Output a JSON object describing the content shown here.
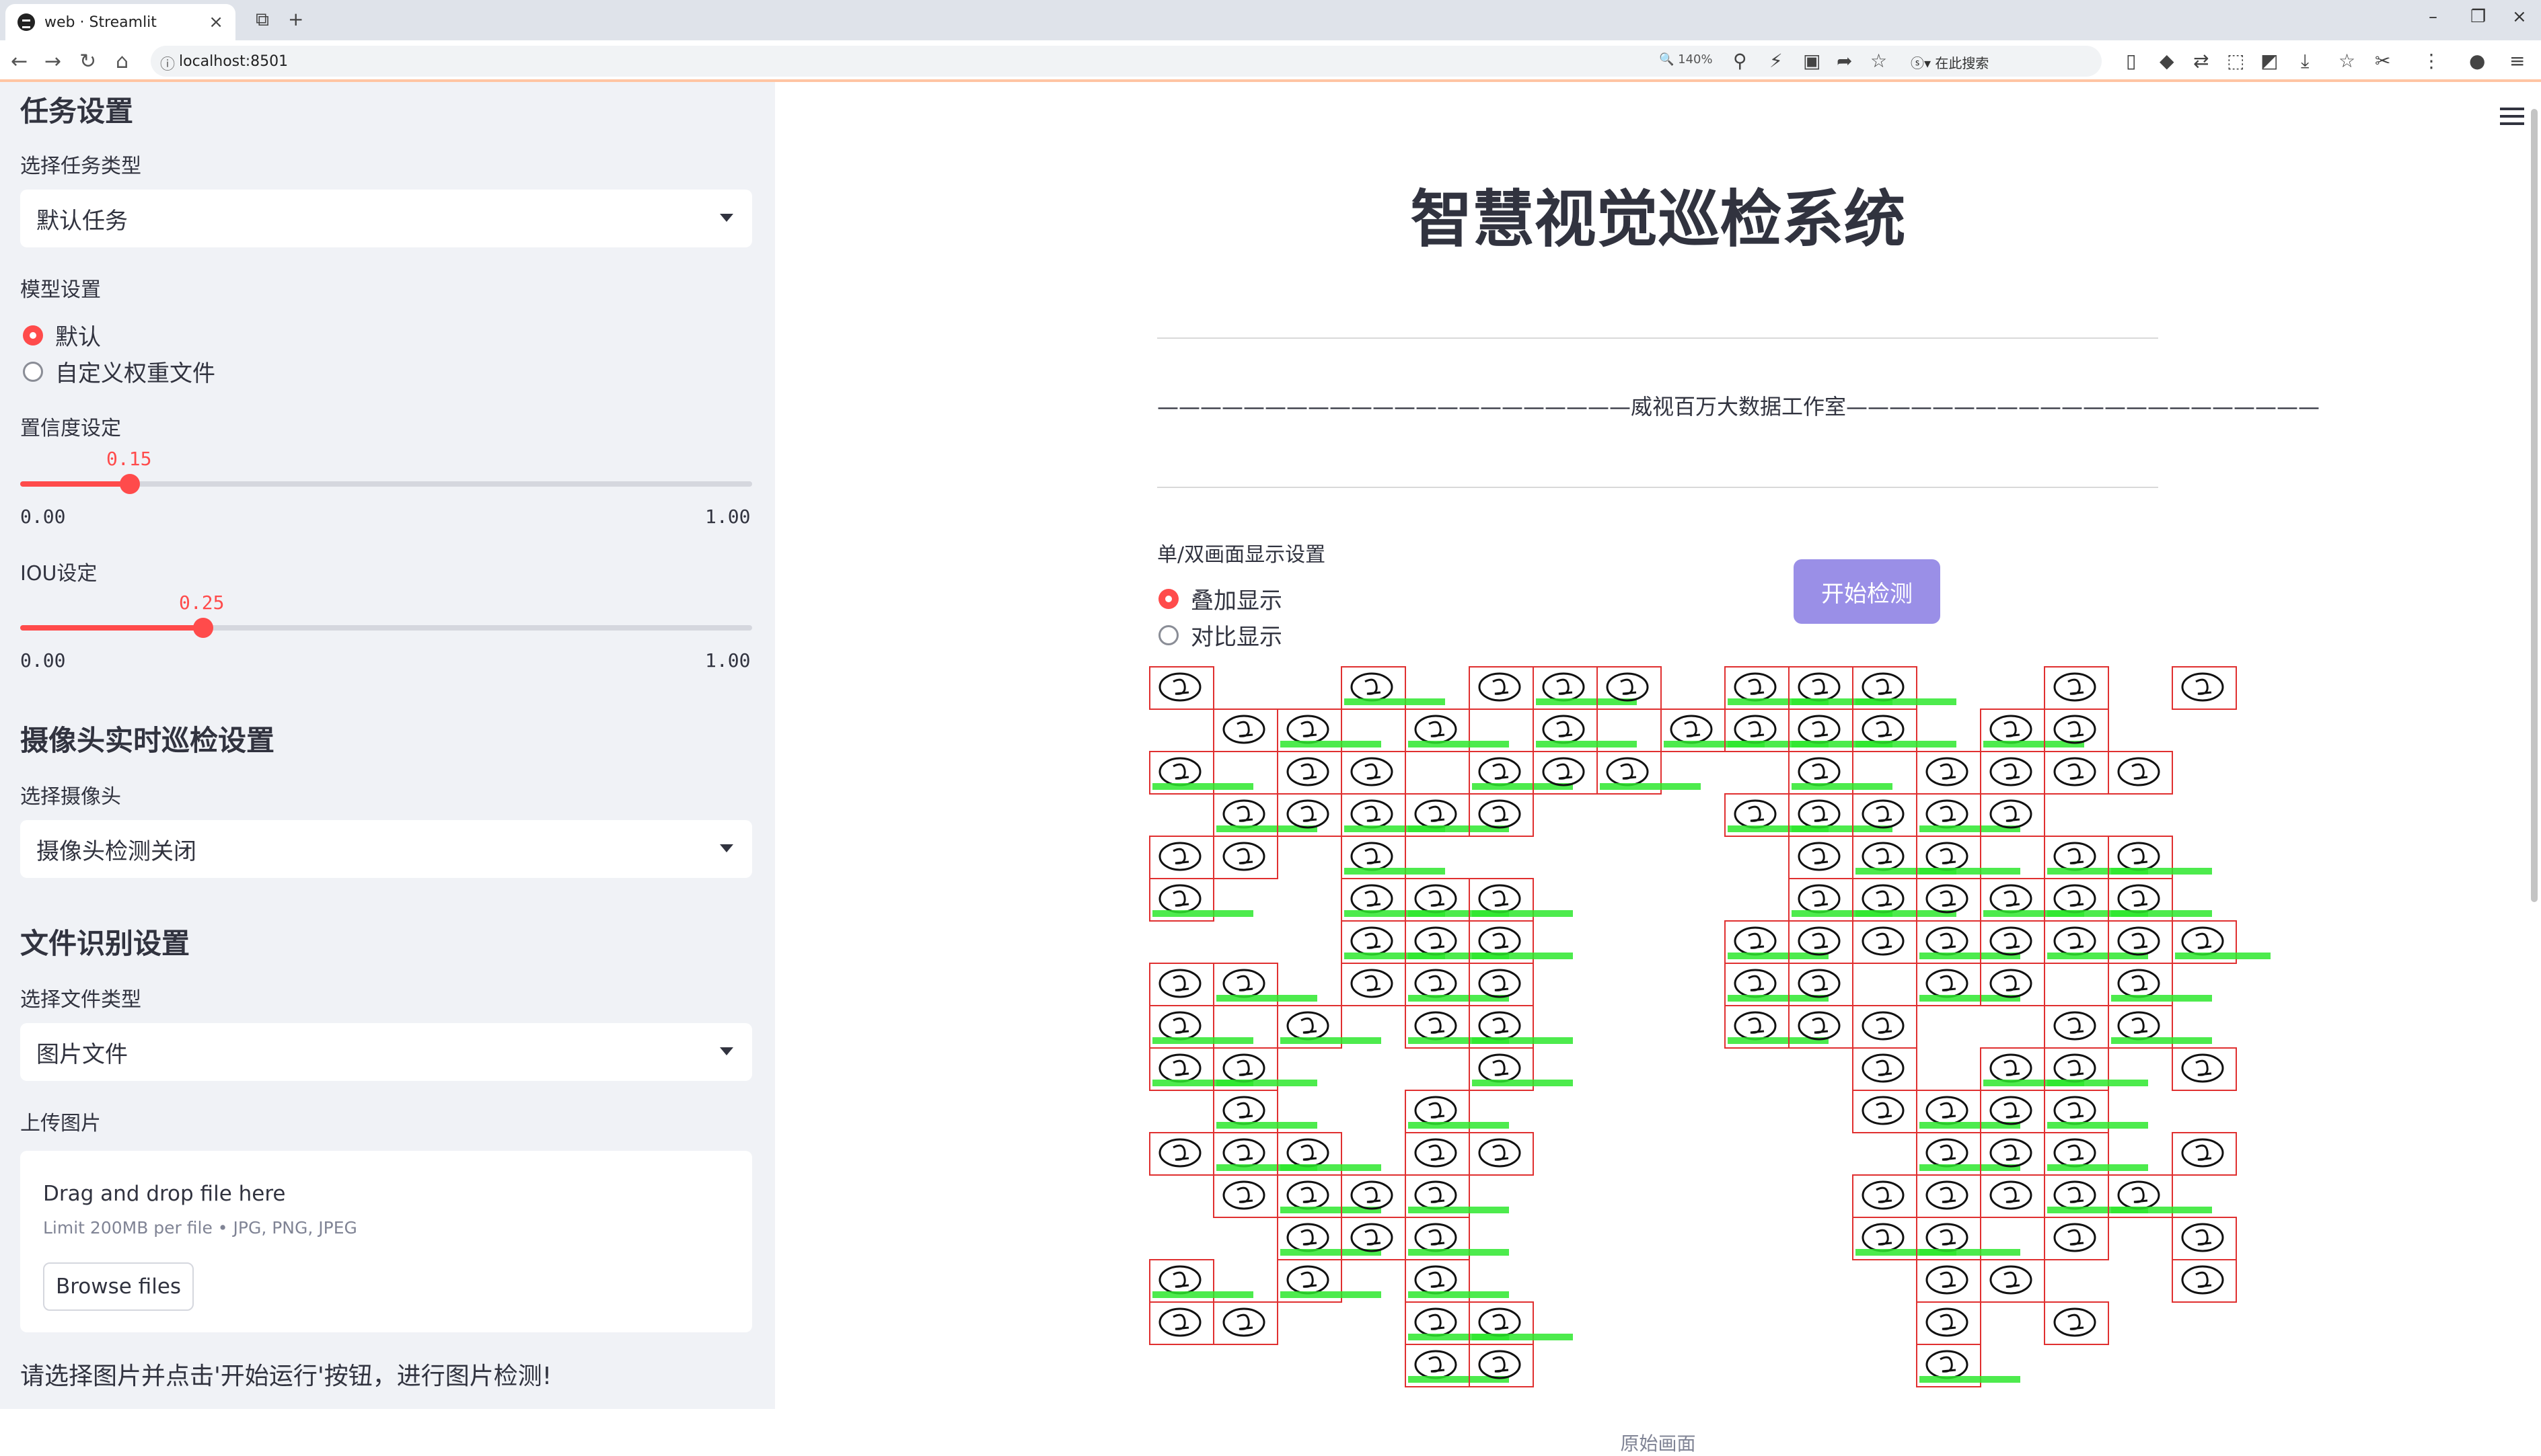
{
  "browser": {
    "tab_title": "web · Streamlit",
    "url": "localhost:8501",
    "zoom": "140%",
    "search_placeholder": "在此搜索"
  },
  "sidebar": {
    "task_header": "任务设置",
    "task_type_label": "选择任务类型",
    "task_type_value": "默认任务",
    "model_label": "模型设置",
    "model_options": [
      "默认",
      "自定义权重文件"
    ],
    "model_selected": 0,
    "confidence_label": "置信度设定",
    "confidence_value": "0.15",
    "confidence_fraction": 0.15,
    "confidence_min": "0.00",
    "confidence_max": "1.00",
    "iou_label": "IOU设定",
    "iou_value": "0.25",
    "iou_fraction": 0.25,
    "iou_min": "0.00",
    "iou_max": "1.00",
    "camera_header": "摄像头实时巡检设置",
    "camera_label": "选择摄像头",
    "camera_value": "摄像头检测关闭",
    "file_header": "文件识别设置",
    "file_type_label": "选择文件类型",
    "file_type_value": "图片文件",
    "upload_label": "上传图片",
    "upload_drag": "Drag and drop file here",
    "upload_limit": "Limit 200MB per file • JPG, PNG, JPEG",
    "upload_button": "Browse files",
    "note": "请选择图片并点击'开始运行'按钮，进行图片检测!"
  },
  "main": {
    "title": "智慧视觉巡检系统",
    "subtitle": "——————————————————————威视百万大数据工作室——————————————————————",
    "display_label": "单/双画面显示设置",
    "display_options": [
      "叠加显示",
      "对比显示"
    ],
    "display_selected": 0,
    "start_button": "开始检测",
    "caption": "原始画面",
    "detection_color": "#2ee82e",
    "box_color": "#e03030"
  }
}
